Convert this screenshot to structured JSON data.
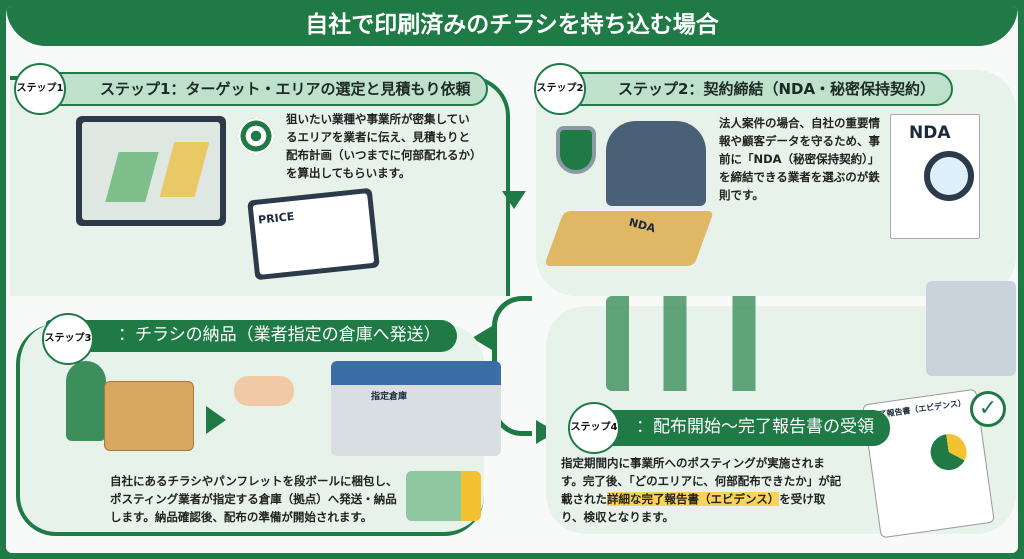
{
  "title": "自社で印刷済みのチラシを持ち込む場合",
  "steps": [
    {
      "badge": "ステップ1",
      "heading": "ステップ1：ターゲット・エリアの選定と見積もり依頼",
      "text": "狙いたい業種や事業所が密集しているエリアを業者に伝え、見積もりと配布計画（いつまでに何部配れるか）を算出してもらいます。",
      "illustration_labels": {
        "price": "PRICE"
      }
    },
    {
      "badge": "ステップ2",
      "heading": "ステップ2：契約締結（NDA・秘密保持契約）",
      "text": "法人案件の場合、自社の重要情報や顧客データを守るため、事前に「NDA（秘密保持契約）」を締結できる業者を選ぶのが鉄則です。",
      "illustration_labels": {
        "doc": "NDA",
        "table_doc": "NDA"
      }
    },
    {
      "badge": "ステップ3",
      "heading": "：チラシの納品（業者指定の倉庫へ発送）",
      "text": "自社にあるチラシやパンフレットを段ボールに梱包し、ポスティング業者が指定する倉庫（拠点）へ発送・納品します。納品確認後、配布の準備が開始されます。",
      "illustration_labels": {
        "warehouse": "指定倉庫"
      }
    },
    {
      "badge": "ステップ4",
      "heading": "：配布開始〜完了報告書の受領",
      "text_before": "指定期間内に事業所へのポスティングが実施されます。完了後、「どのエリアに、何部配布できたか」が記載された",
      "text_highlight": "詳細な完了報告書（エビデンス）",
      "text_after": "を受け取り、検収となります。",
      "illustration_labels": {
        "report": "完了報告書（エビデンス）"
      }
    }
  ],
  "colors": {
    "primary": "#1f7a45",
    "panel": "#e6f2ea",
    "highlight": "#f7d35a"
  }
}
